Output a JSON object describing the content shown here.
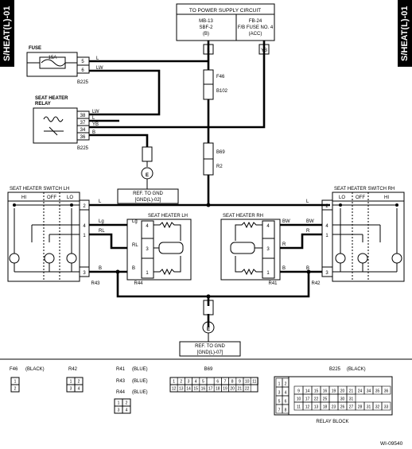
{
  "tags": {
    "left": "S/HEAT(L)-01",
    "right": "S/HEAT(L)-01"
  },
  "power": {
    "title": "TO POWER SUPPLY CIRCUIT",
    "left_l1": "MB-13",
    "left_l2": "SBF-2",
    "left_l3": "(B)",
    "right_l1": "FB-24",
    "right_l2": "F/B FUSE NO. 4",
    "right_l3": "(ACC)"
  },
  "fuse": {
    "label": "FUSE",
    "rating": "15A",
    "pin_a": "5",
    "pin_b": "6",
    "wire_a": "L",
    "wire_b": "LW",
    "connector": "B225"
  },
  "relay": {
    "label_l1": "SEAT HEATER",
    "label_l2": "RELAY",
    "pins": [
      "38",
      "37",
      "34",
      "36"
    ],
    "wires": [
      "LW",
      "L",
      "YB",
      "B"
    ],
    "connector": "B225"
  },
  "wires": {
    "l": "L",
    "yb": "YB",
    "b": "B",
    "lg": "Lg",
    "rl": "RL",
    "bw": "BW",
    "r": "R"
  },
  "connectors": {
    "f46": "F46",
    "b102": "B102",
    "b69": "B69",
    "r2": "R2",
    "r43": "R43",
    "r44": "R44",
    "r41": "R41",
    "r42": "R42"
  },
  "ground1": {
    "l1": "REF. TO GND",
    "l2": "[GND(L)-02]",
    "e": "E"
  },
  "ground2": {
    "l1": "REF. TO GND",
    "l2": "[GND(L)-07]",
    "e": "E"
  },
  "switch_lh": {
    "title": "SEAT HEATER SWITCH LH",
    "hi": "HI",
    "off": "OFF",
    "lo": "LO",
    "pins": [
      "2",
      "4",
      "1",
      "3"
    ]
  },
  "switch_rh": {
    "title": "SEAT HEATER SWITCH RH",
    "lo": "LO",
    "off": "OFF",
    "hi": "HI",
    "pins": [
      "2",
      "4",
      "1",
      "3"
    ]
  },
  "heater_lh": {
    "title": "SEAT HEATER LH",
    "pins": [
      "4",
      "3",
      "1"
    ]
  },
  "heater_rh": {
    "title": "SEAT HEATER RH",
    "pins": [
      "4",
      "3",
      "1"
    ]
  },
  "legend": {
    "f46": "F46",
    "f46_color": "(BLACK)",
    "r42": "R42",
    "r41": "R41",
    "r41_color": "(BLUE)",
    "r43": "R43",
    "r43_color": "(BLUE)",
    "r44": "R44",
    "r44_color": "(BLUE)",
    "b69": "B69",
    "b225": "B225",
    "b225_color": "(BLACK)",
    "relay_block": "RELAY BLOCK",
    "grid_f46": [
      [
        "1"
      ],
      [
        "2"
      ]
    ],
    "grid_r42": [
      [
        "1",
        "2"
      ],
      [
        "3",
        "4"
      ]
    ],
    "grid_r44": [
      [
        "1",
        "2"
      ],
      [
        "3",
        "4"
      ]
    ],
    "grid_b69": [
      [
        "1",
        "2",
        "3",
        "4",
        "5",
        "",
        "6",
        "7",
        "8",
        "9",
        "10",
        "11"
      ],
      [
        "12",
        "13",
        "14",
        "15",
        "16",
        "17",
        "18",
        "19",
        "20",
        "21",
        "22"
      ]
    ],
    "grid_b225_left": [
      [
        "1",
        "2"
      ],
      [
        "3",
        "4"
      ],
      [
        "5",
        "6"
      ],
      [
        "7",
        "8"
      ]
    ],
    "grid_b225_right": [
      [
        "9",
        "14",
        "15",
        "16",
        "19",
        "20",
        "21",
        "24",
        "34",
        "35",
        "36"
      ],
      [
        "10",
        "17",
        "22",
        "25",
        "",
        "30",
        "31"
      ],
      [
        "11",
        "12",
        "13",
        "18",
        "23",
        "26",
        "27",
        "28",
        "31",
        "32",
        "33"
      ]
    ]
  },
  "figure_id": "WI-09540"
}
